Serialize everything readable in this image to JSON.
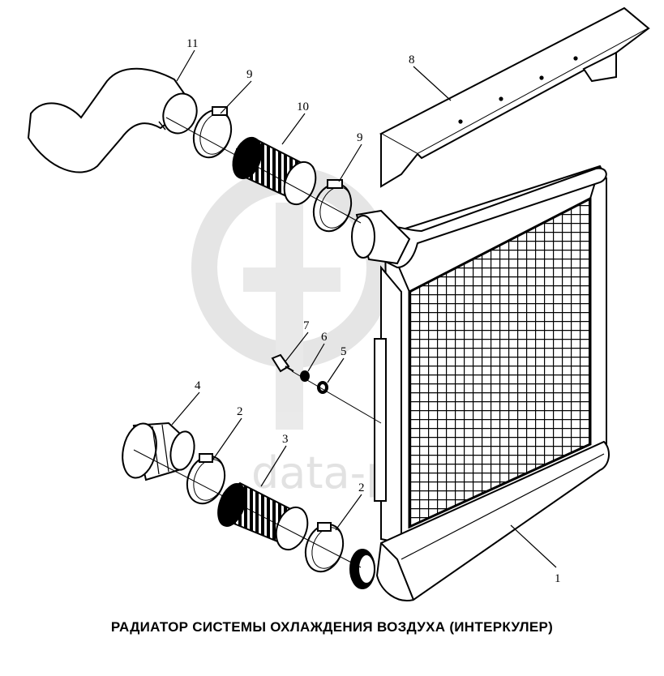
{
  "diagram": {
    "caption": "РАДИАТОР СИСТЕМЫ ОХЛАЖДЕНИЯ ВОЗДУХА (ИНТЕРКУЛЕР)",
    "callouts": [
      {
        "id": "1",
        "label": "1"
      },
      {
        "id": "2a",
        "label": "2"
      },
      {
        "id": "2b",
        "label": "2"
      },
      {
        "id": "3",
        "label": "3"
      },
      {
        "id": "4",
        "label": "4"
      },
      {
        "id": "5",
        "label": "5"
      },
      {
        "id": "6",
        "label": "6"
      },
      {
        "id": "7",
        "label": "7"
      },
      {
        "id": "8",
        "label": "8"
      },
      {
        "id": "9a",
        "label": "9"
      },
      {
        "id": "9b",
        "label": "9"
      },
      {
        "id": "10",
        "label": "10"
      },
      {
        "id": "11",
        "label": "11"
      }
    ],
    "watermark": {
      "text": "data-parts",
      "color": "#cfcfcf"
    },
    "colors": {
      "ink": "#000000",
      "background": "#ffffff"
    }
  }
}
